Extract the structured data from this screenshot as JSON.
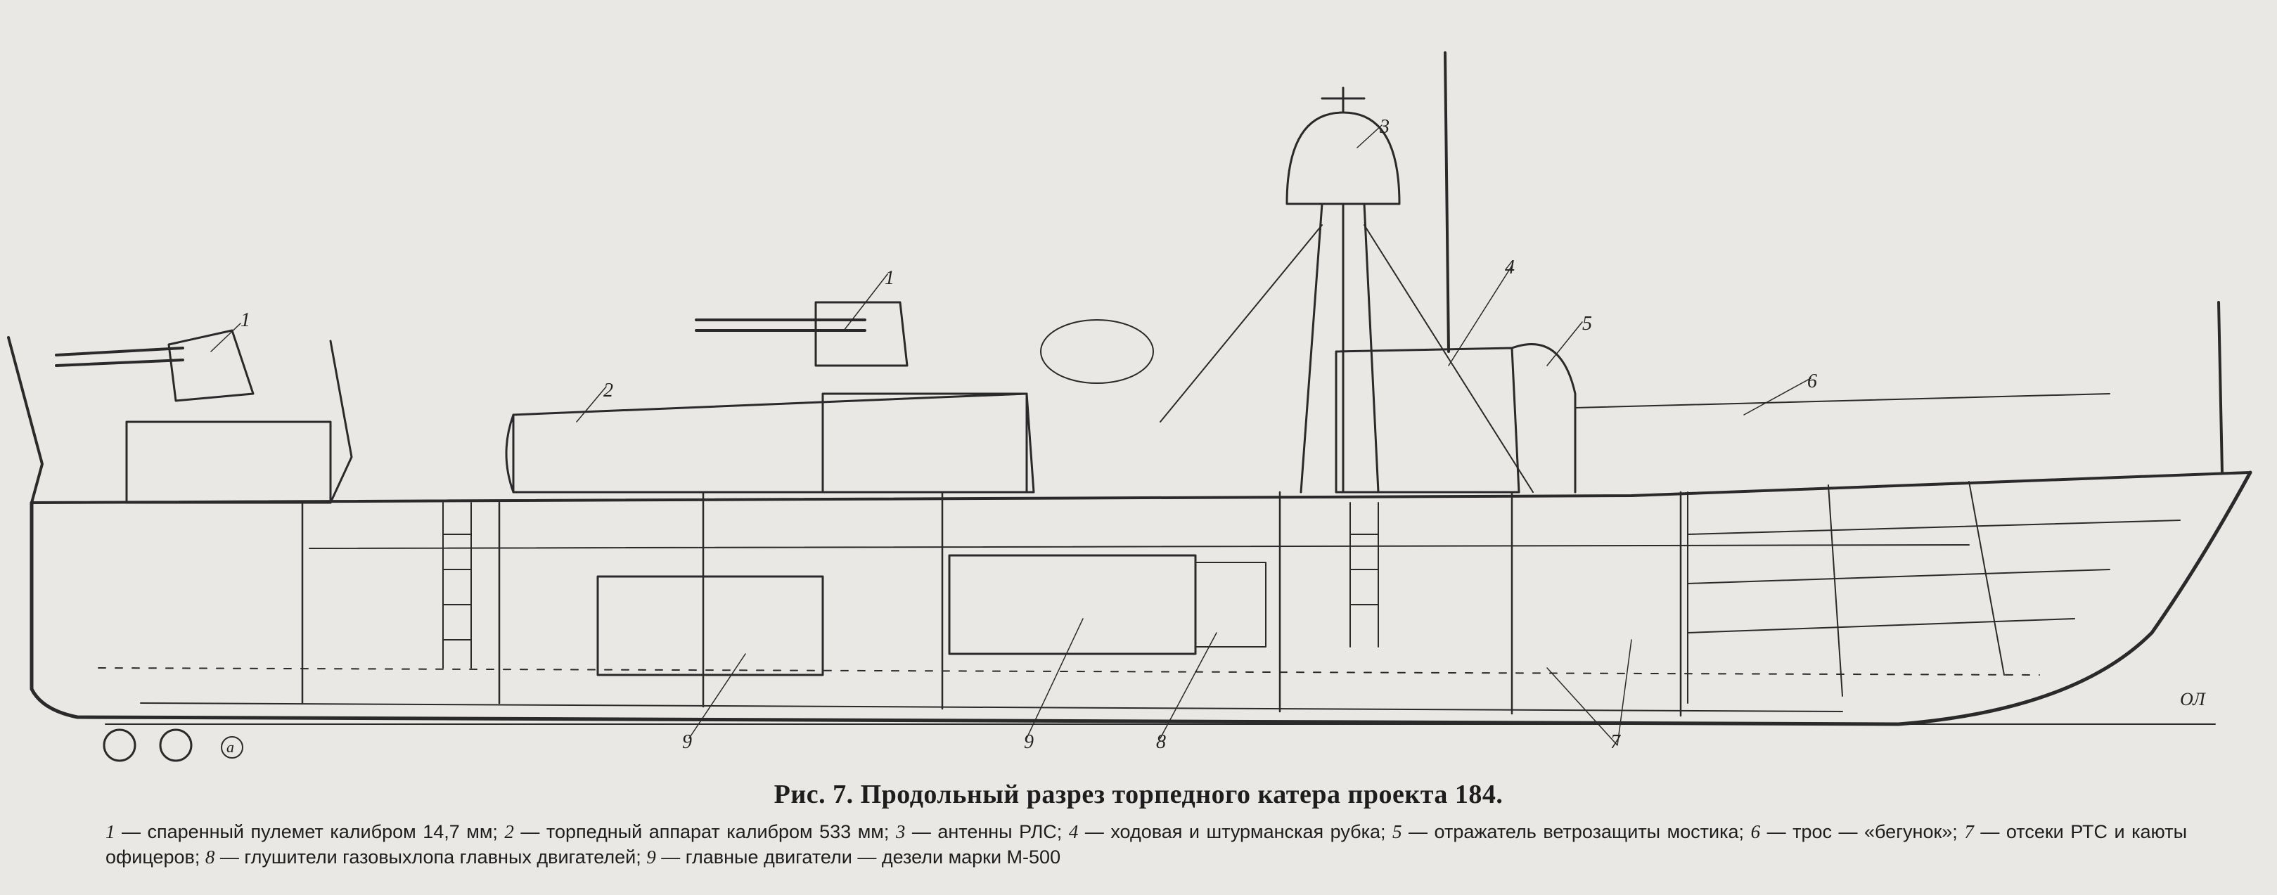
{
  "figure": {
    "title": "Рис. 7. Продольный разрез торпедного катера проекта 184.",
    "baseline_label": "ОЛ",
    "circle_label": "а",
    "callouts": {
      "c1a": "1",
      "c1b": "1",
      "c2": "2",
      "c3": "3",
      "c4": "4",
      "c5": "5",
      "c6": "6",
      "c7": "7",
      "c8": "8",
      "c9a": "9",
      "c9b": "9"
    },
    "legend": [
      {
        "num": "1",
        "text": " — спаренный пулемет калибром 14,7 мм; "
      },
      {
        "num": "2",
        "text": " — торпедный аппарат калибром 533 мм; "
      },
      {
        "num": "3",
        "text": " — антенны РЛС; "
      },
      {
        "num": "4",
        "text": " — ходовая и штурманская рубка; "
      },
      {
        "num": "5",
        "text": " — отражатель ветрозащиты мостика; "
      },
      {
        "num": "6",
        "text": " — трос — «бегунок»; "
      },
      {
        "num": "7",
        "text": " — отсеки РТС и каюты офицеров; "
      },
      {
        "num": "8",
        "text": " — глушители газовыхлопа главных двигателей; "
      },
      {
        "num": "9",
        "text": " — главные двигатели — дезели марки М-500"
      }
    ]
  }
}
